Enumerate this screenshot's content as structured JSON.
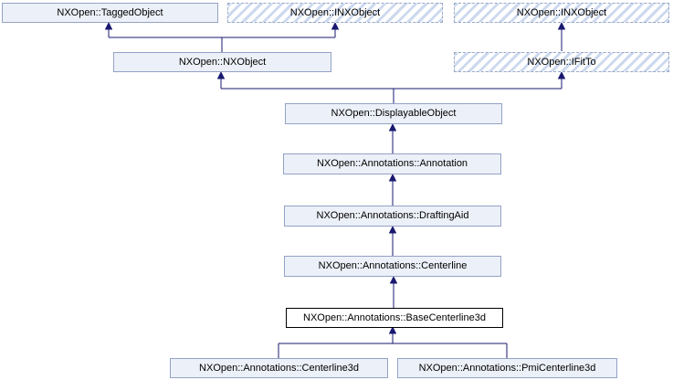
{
  "diagram": {
    "kind": "class-inheritance-graph",
    "colors": {
      "background": "#ffffff",
      "node_fill": "#ecf0f8",
      "node_border": "#93a2c6",
      "hatch_stripe": "#ccd9ee",
      "focal_border": "#000000",
      "edge": "#191970",
      "text": "#000000"
    },
    "nodes": {
      "tagged_object": {
        "label": "NXOpen::TaggedObject",
        "style": "solid"
      },
      "inx_object_a": {
        "label": "NXOpen::INXObject",
        "style": "hatched"
      },
      "inx_object_b": {
        "label": "NXOpen::INXObject",
        "style": "hatched"
      },
      "nx_object": {
        "label": "NXOpen::NXObject",
        "style": "solid"
      },
      "i_fit_to": {
        "label": "NXOpen::IFitTo",
        "style": "hatched"
      },
      "displayable_object": {
        "label": "NXOpen::DisplayableObject",
        "style": "solid"
      },
      "annotation": {
        "label": "NXOpen::Annotations::Annotation",
        "style": "solid"
      },
      "drafting_aid": {
        "label": "NXOpen::Annotations::DraftingAid",
        "style": "solid"
      },
      "centerline": {
        "label": "NXOpen::Annotations::Centerline",
        "style": "solid"
      },
      "base_centerline3d": {
        "label": "NXOpen::Annotations::BaseCenterline3d",
        "style": "focal"
      },
      "centerline3d": {
        "label": "NXOpen::Annotations::Centerline3d",
        "style": "solid"
      },
      "pmi_centerline3d": {
        "label": "NXOpen::Annotations::PmiCenterline3d",
        "style": "solid"
      }
    },
    "edges": [
      {
        "from": "nx_object",
        "to": "tagged_object"
      },
      {
        "from": "nx_object",
        "to": "inx_object_a"
      },
      {
        "from": "i_fit_to",
        "to": "inx_object_b"
      },
      {
        "from": "displayable_object",
        "to": "nx_object"
      },
      {
        "from": "displayable_object",
        "to": "i_fit_to"
      },
      {
        "from": "annotation",
        "to": "displayable_object"
      },
      {
        "from": "drafting_aid",
        "to": "annotation"
      },
      {
        "from": "centerline",
        "to": "drafting_aid"
      },
      {
        "from": "base_centerline3d",
        "to": "centerline"
      },
      {
        "from": "centerline3d",
        "to": "base_centerline3d"
      },
      {
        "from": "pmi_centerline3d",
        "to": "base_centerline3d"
      }
    ]
  }
}
